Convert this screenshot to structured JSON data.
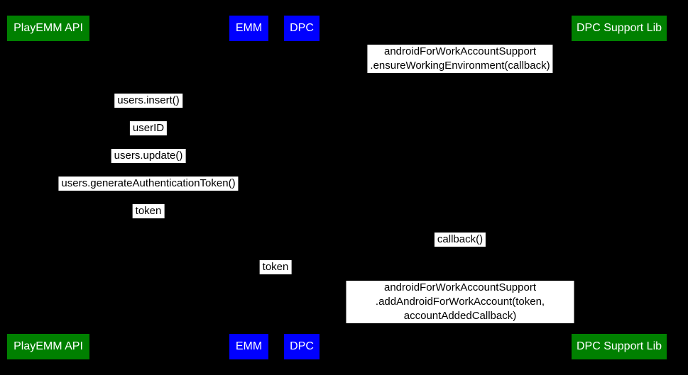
{
  "colors": {
    "background": "#000000",
    "actor_green": "#008000",
    "actor_blue": "#0000ff",
    "actor_text": "#ffffff",
    "message_bg": "#ffffff",
    "message_text": "#000000",
    "lifeline": "#000000"
  },
  "actors": [
    {
      "id": "playemm-api",
      "label": "PlayEMM API",
      "color": "green"
    },
    {
      "id": "emm",
      "label": "EMM",
      "color": "blue"
    },
    {
      "id": "dpc",
      "label": "DPC",
      "color": "blue"
    },
    {
      "id": "dpc-support-lib",
      "label": "DPC Support Lib",
      "color": "green"
    }
  ],
  "messages": [
    {
      "label": "androidForWorkAccountSupport\n.ensureWorkingEnvironment(callback)"
    },
    {
      "label": "users.insert()"
    },
    {
      "label": "userID"
    },
    {
      "label": "users.update()"
    },
    {
      "label": "users.generateAuthenticationToken()"
    },
    {
      "label": "token"
    },
    {
      "label": "callback()"
    },
    {
      "label": "token"
    },
    {
      "label": "androidForWorkAccountSupport\n.addAndroidForWorkAccount(token, accountAddedCallback)"
    }
  ]
}
